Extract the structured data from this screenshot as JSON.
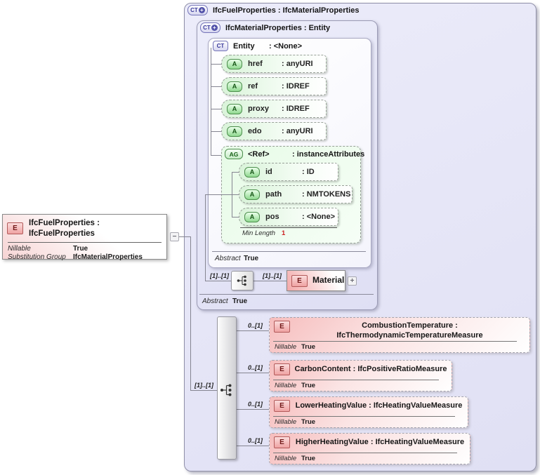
{
  "badges": {
    "ct": "CT",
    "a": "A",
    "ag": "AG",
    "e": "E",
    "plus_sign": "+",
    "minus_sign": "−"
  },
  "colors": {
    "accent_lavender": "#e3e3f5",
    "accent_green": "#dcf5dc",
    "accent_pink": "#f5b8b8",
    "facet_red": "#cc2222"
  },
  "root_element": {
    "title": "IfcFuelProperties : IfcFuelProperties",
    "rows": [
      {
        "label": "Nillable",
        "value": "True"
      },
      {
        "label": "Substitution Group",
        "value": "IfcMaterialProperties"
      }
    ]
  },
  "outer_type": {
    "title": "IfcFuelProperties : IfcMaterialProperties"
  },
  "base_type": {
    "title": "IfcMaterialProperties : Entity",
    "abstract_label": "Abstract",
    "abstract_value": "True"
  },
  "entity_type": {
    "name": "Entity",
    "type": ": <None>",
    "abstract_label": "Abstract",
    "abstract_value": "True"
  },
  "attributes": [
    {
      "name": "href",
      "type": ": anyURI"
    },
    {
      "name": "ref",
      "type": ": IDREF"
    },
    {
      "name": "proxy",
      "type": ": IDREF"
    },
    {
      "name": "edo",
      "type": ": anyURI"
    }
  ],
  "attribute_group": {
    "name": "<Ref>",
    "type": ": instanceAttributes",
    "attributes": [
      {
        "name": "id",
        "type": ": ID"
      },
      {
        "name": "path",
        "type": ": NMTOKENS"
      },
      {
        "name": "pos",
        "type": ": <None>"
      }
    ],
    "facet_label": "Min Length",
    "facet_value": "1"
  },
  "material": {
    "left_cardinality": "[1]..[1]",
    "right_cardinality": "[1]..[1]",
    "label": "Material"
  },
  "bottom_sequence": {
    "cardinality": "[1]..[1]"
  },
  "child_elements": [
    {
      "cardinality": "0..[1]",
      "title": "CombustionTemperature : IfcThermodynamicTemperatureMeasure",
      "nillable_label": "Nillable",
      "nillable_value": "True"
    },
    {
      "cardinality": "0..[1]",
      "title": "CarbonContent : IfcPositiveRatioMeasure",
      "nillable_label": "Nillable",
      "nillable_value": "True"
    },
    {
      "cardinality": "0..[1]",
      "title": "LowerHeatingValue : IfcHeatingValueMeasure",
      "nillable_label": "Nillable",
      "nillable_value": "True"
    },
    {
      "cardinality": "0..[1]",
      "title": "HigherHeatingValue : IfcHeatingValueMeasure",
      "nillable_label": "Nillable",
      "nillable_value": "True"
    }
  ]
}
